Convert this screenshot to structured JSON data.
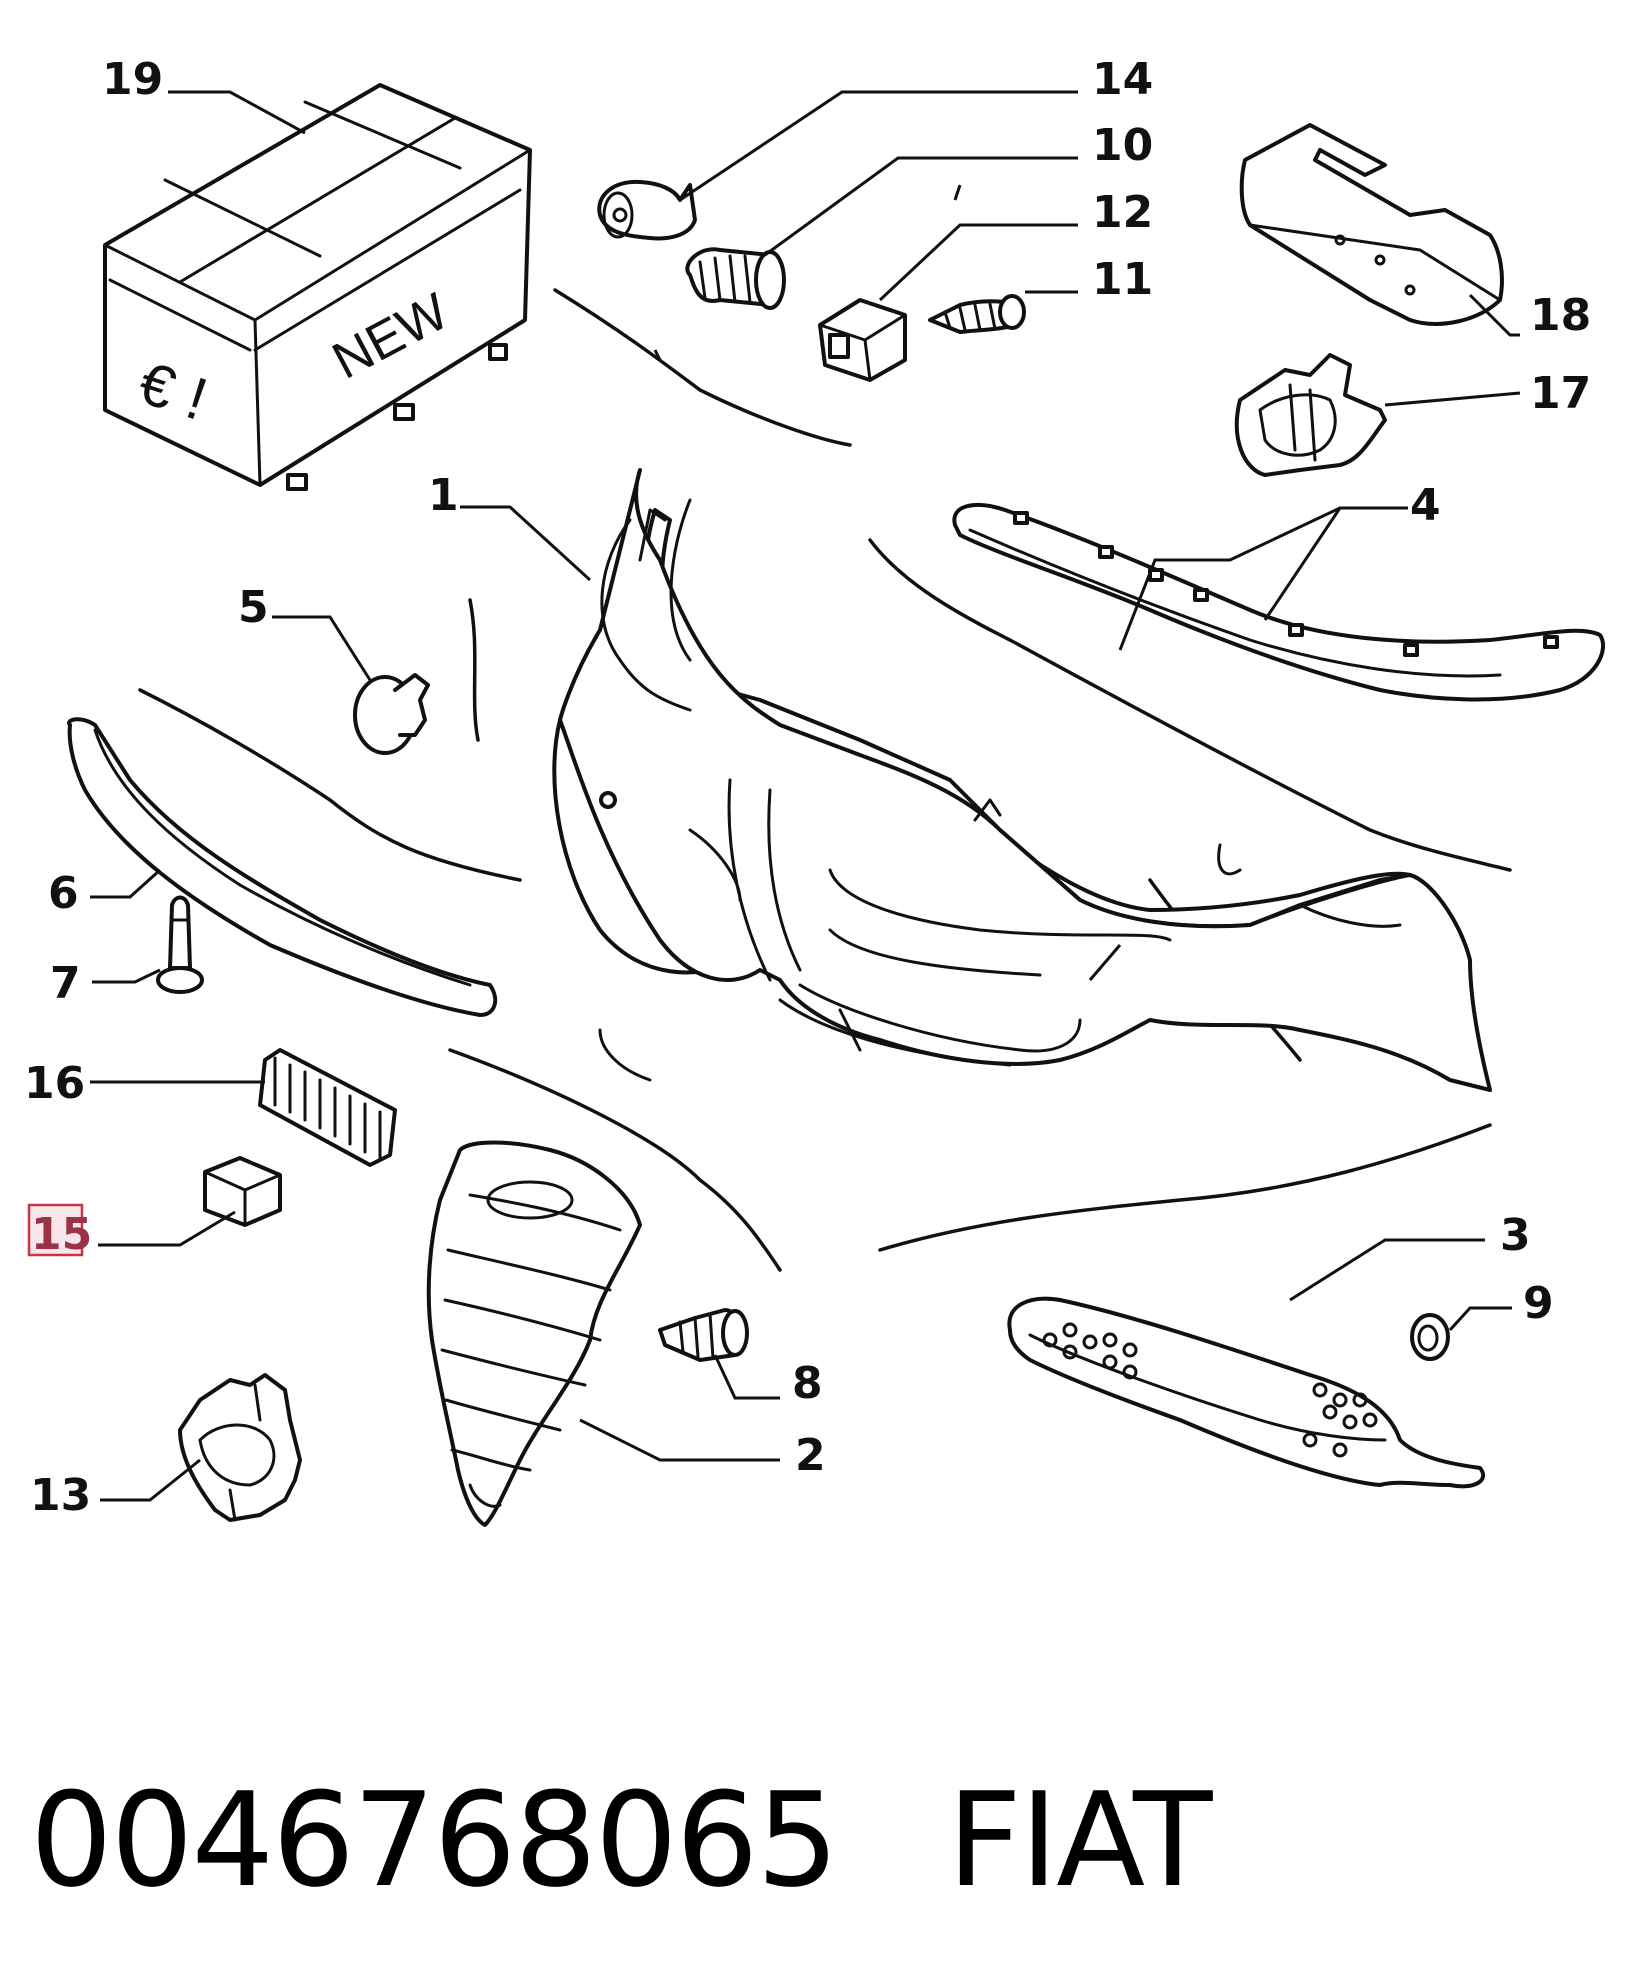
{
  "footer": {
    "part_number": "0046768065",
    "brand": "FIAT"
  },
  "box": {
    "text_new": "NEW",
    "text_symbol": "€ !"
  },
  "callouts": {
    "c1": "1",
    "c2": "2",
    "c3": "3",
    "c4": "4",
    "c5": "5",
    "c6": "6",
    "c7": "7",
    "c8": "8",
    "c9": "9",
    "c10": "10",
    "c11": "11",
    "c12": "12",
    "c13": "13",
    "c14": "14",
    "c15": "15",
    "c16": "16",
    "c17": "17",
    "c18": "18",
    "c19": "19"
  },
  "highlighted_callout": "15"
}
